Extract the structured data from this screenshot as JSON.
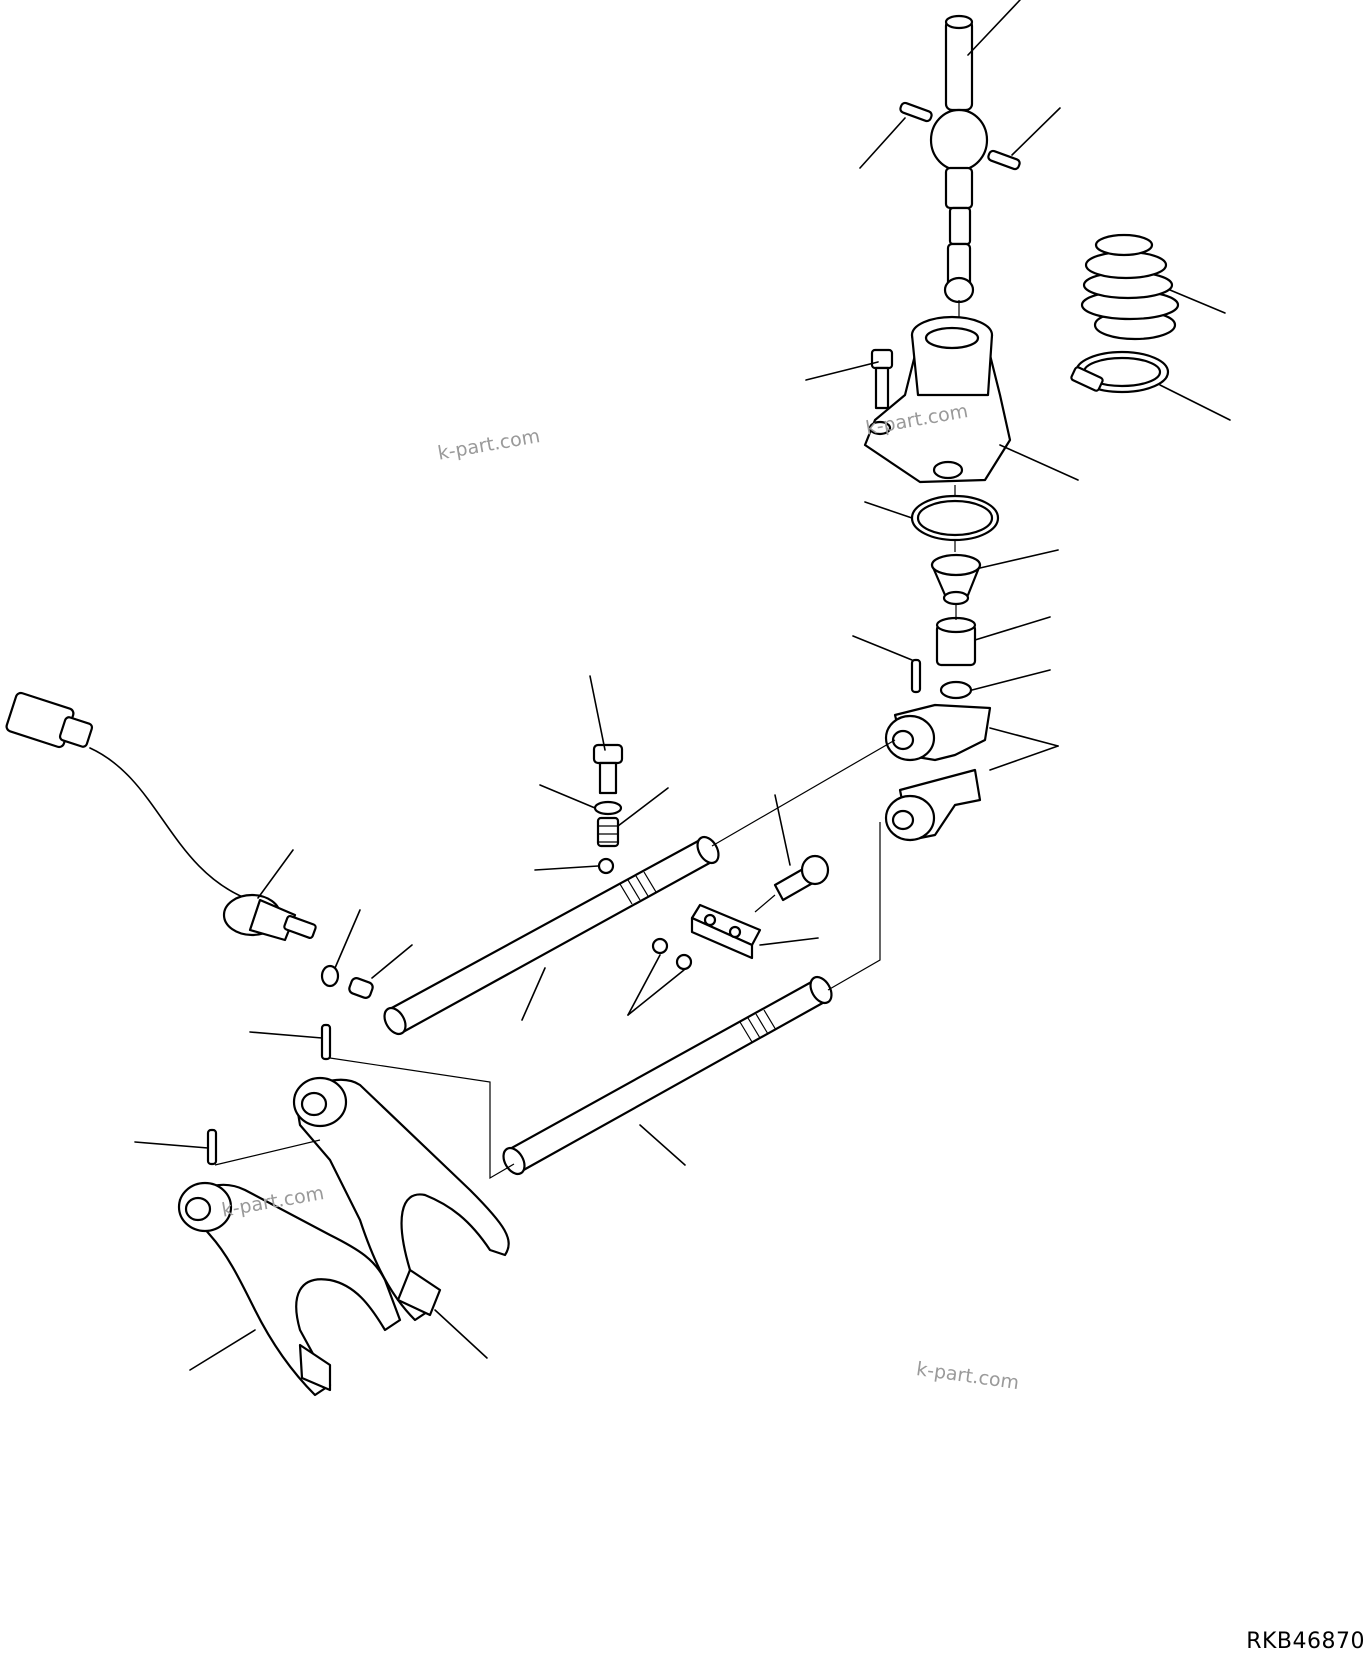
{
  "watermark": {
    "text": "k-part.com"
  },
  "drawing_code": "RKB46870",
  "parts": [
    "lever-shaft",
    "spring-pin",
    "spring-pin",
    "boot",
    "hose-clamp",
    "bolt",
    "lever-housing",
    "o-ring",
    "spring-seat",
    "bushing",
    "snap-ring",
    "spring-pin",
    "lever-blocks",
    "bolt",
    "washer",
    "spring",
    "ball",
    "shift-shaft",
    "socket-bolt",
    "detent-plate",
    "balls",
    "shift-shaft",
    "switch-connector",
    "switch",
    "o-ring",
    "plunger",
    "spring-pin",
    "spring-pin",
    "shift-fork",
    "shift-fork"
  ]
}
